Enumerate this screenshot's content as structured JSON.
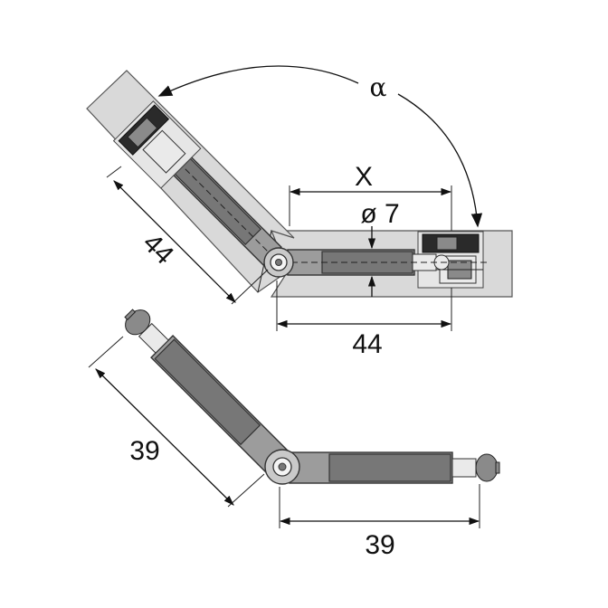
{
  "labels": {
    "angle": "α",
    "x_dim": "X",
    "diameter": "ø 7",
    "upper_left_length": "44",
    "upper_right_length": "44",
    "lower_left_length": "39",
    "lower_right_length": "39"
  }
}
